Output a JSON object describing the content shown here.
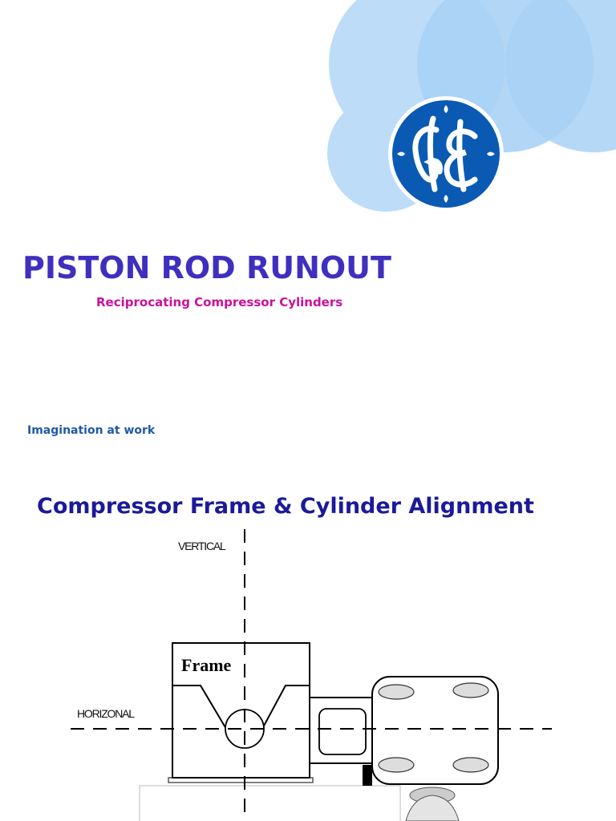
{
  "slide1": {
    "title": "PISTON ROD RUNOUT",
    "subtitle": "Reciprocating Compressor Cylinders",
    "tagline": "Imagination at work",
    "logo": {
      "icon": "ge-monogram-logo",
      "text": "GE",
      "color": "#0a5ab4"
    },
    "colors": {
      "title": "#3f2fbf",
      "subtitle": "#c8129b",
      "tagline": "#1f5aa8",
      "circles": "#a8d1f5"
    }
  },
  "slide2": {
    "title": "Compressor Frame & Cylinder Alignment",
    "diagram": {
      "vertical_label": "VERTICAL",
      "horizontal_label": "HORIZONAL",
      "frame_label": "Frame"
    },
    "colors": {
      "title": "#1b1a9a"
    }
  }
}
